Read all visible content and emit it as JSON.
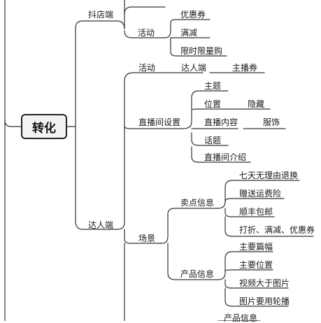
{
  "root": {
    "label": "转化"
  },
  "nodes": {
    "douyin": "抖店端",
    "huodong1": "活动",
    "youhuiquan1": "优惠券",
    "manjian1": "满减",
    "xianshi": "限时限量购",
    "huodong2": "活动",
    "darenduan_small": "达人端",
    "zhuboquan": "主播券",
    "zhibojian": "直播间设置",
    "zhuti": "主题",
    "weizhi": "位置",
    "yincang": "隐藏",
    "zhibo_neirong": "直播内容",
    "fushi": "服饰",
    "huati": "话题",
    "jieshao": "直播间介绍",
    "daren": "达人端",
    "changjing": "场景",
    "maidian": "卖点信息",
    "qitian": "七天无理由退换",
    "zengsong": "赠送运费险",
    "shunfeng": "顺丰包邮",
    "dazhe": "打折、满减、优惠券",
    "chanpin": "产品信息",
    "zhuyao_pianfu": "主要篇幅",
    "zhuyao_weizhi": "主要位置",
    "shipin": "视频大于图片",
    "tupian": "图片要用轮播",
    "chanpin2": "产品信息"
  }
}
